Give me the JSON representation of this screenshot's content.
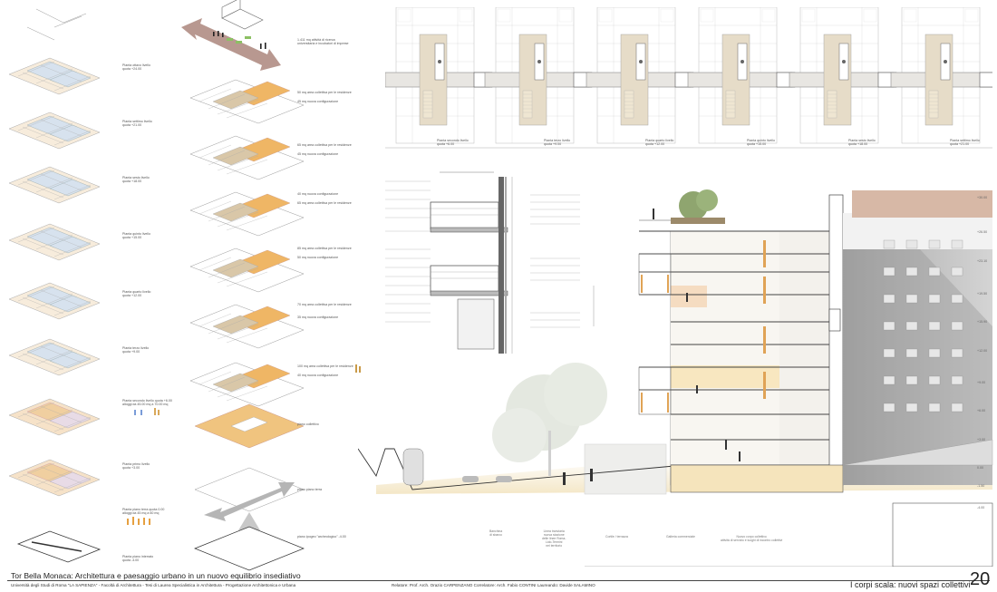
{
  "footer": {
    "project_title": "Tor Bella Monaca: Architettura e paesaggio urbano in un nuovo equilibrio insediativo",
    "university": "Università degli Studi di Roma \"LA SAPIENZA\" - Facoltà di Architettura - Tesi di Laurea Specialistica in Architettura - Progettazione Architettonica e Urbana",
    "advisors": "Relatore: Prof. Arch. Orazio CARPENZANO   Correlatore: Arch. Fabio CONTINI   Laureando: Davide SALAMINO",
    "section_title": "I corpi scala: nuovi spazi collettivi",
    "page_number": "20"
  },
  "floor_plans": [
    {
      "name": "Pianta ottavo livello",
      "height": "quota +24.00"
    },
    {
      "name": "Pianta settimo livello",
      "height": "quota +21.00"
    },
    {
      "name": "Pianta sesto livello",
      "height": "quota +18.00"
    },
    {
      "name": "Pianta quinto livello",
      "height": "quota +15.00"
    },
    {
      "name": "Pianta quarto livello",
      "height": "quota +12.00"
    },
    {
      "name": "Pianta terzo livello",
      "height": "quota +9.00"
    },
    {
      "name": "Pianta secondo livello quota +6.00",
      "height": "alloggi da 45.00 mq a 70.00 mq"
    },
    {
      "name": "Pianta primo livello",
      "height": "quota +3.00"
    },
    {
      "name": "Pianta piano terra quota 0.00",
      "height": "alloggi da 45 mq a 60 mq"
    },
    {
      "name": "Pianta piano interrato",
      "height": "quota -4.00"
    }
  ],
  "axonometric_labels": [
    {
      "line1": "1.411 mq attività di ricerca",
      "line2": "universitaria e incubatori di imprese"
    },
    {
      "line1": "50 mq area collettiva per le residenze",
      "line2": "45 mq nuova configurazione"
    },
    {
      "line1": "65 mq area collettiva per le residenze",
      "line2": "45 mq nuova configurazione"
    },
    {
      "line1": "40 mq nuova configurazione",
      "line2": "65 mq area collettiva per le residenze"
    },
    {
      "line1": "85 mq area collettiva per le residenze",
      "line2": "50 mq nuova configurazione"
    },
    {
      "line1": "70 mq area collettiva per le residenze",
      "line2": "35 mq nuova configurazione"
    },
    {
      "line1": "100 mq area collettiva per le residenze",
      "line2": "40 mq nuova configurazione"
    },
    {
      "line1": "piano collettivo",
      "line2": ""
    },
    {
      "line1": "piano piano terra",
      "line2": ""
    },
    {
      "line1": "piano ipogeo \"archeologico\" -4.00",
      "line2": ""
    }
  ],
  "stair_plans": [
    {
      "name": "Pianta secondo livello",
      "height": "quota +6.00"
    },
    {
      "name": "Pianta terzo livello",
      "height": "quota +9.00"
    },
    {
      "name": "Pianta quarto livello",
      "height": "quota +12.00"
    },
    {
      "name": "Pianta quinto livello",
      "height": "quota +15.00"
    },
    {
      "name": "Pianta sesto livello",
      "height": "quota +18.00"
    },
    {
      "name": "Pianta settimo livello",
      "height": "quota +21.00"
    }
  ],
  "section_labels": [
    {
      "text": "Banchina\ndi sbarco"
    },
    {
      "text": "Linea tranviaria\nnuova stazione\ndelle linee Roma-\nLido-Termini\nnel territorio"
    },
    {
      "text": "Cortile / terrazza"
    },
    {
      "text": "Galleria commerciale"
    },
    {
      "text": "Nuovo corpo collettivo\nattività di servizio e luoghi di incontro collettivi"
    }
  ],
  "elevation_levels": [
    "+30.00",
    "+26.50",
    "+23.10",
    "+19.50",
    "+15.90",
    "+12.00",
    "+9.00",
    "+6.00",
    "+3.00",
    "0.00",
    "-1.50",
    "-4.00"
  ],
  "colors": {
    "accent_orange": "#e8b566",
    "accent_blue": "#cfdcea",
    "arrow_brown": "#b89890",
    "arrow_grey": "#b8b8b8"
  }
}
